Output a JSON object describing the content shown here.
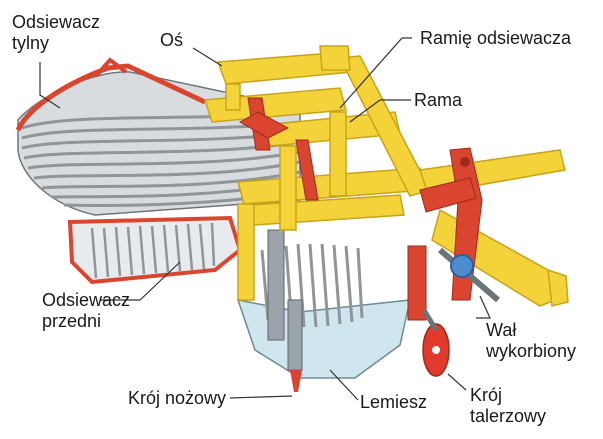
{
  "labels": {
    "odsiewacz_tylny": [
      "Odsiewacz",
      "tylny"
    ],
    "os": "Oś",
    "ramie_odsiewacza": "Ramię odsiewacza",
    "rama": "Rama",
    "odsiewacz_przedni": [
      "Odsiewacz",
      "przedni"
    ],
    "wal_wykorbiony": [
      "Wał",
      "wykorbiony"
    ],
    "kroj_nozowy": "Krój nożowy",
    "lemiesz": "Lemiesz",
    "kroj_talerzowy": [
      "Krój",
      "talerzowy"
    ]
  },
  "colors": {
    "frame_yellow": "#f3d23a",
    "frame_dark": "#c9a318",
    "red_parts": "#d9452f",
    "red_dark": "#9e2a1c",
    "sieve_bar": "#8f9599",
    "sieve_light": "#cfd3d6",
    "share_blue": "#cfe6ef",
    "wheel_blue": "#4b8bd0",
    "disc_red": "#e03a2c",
    "leader": "#333333"
  }
}
